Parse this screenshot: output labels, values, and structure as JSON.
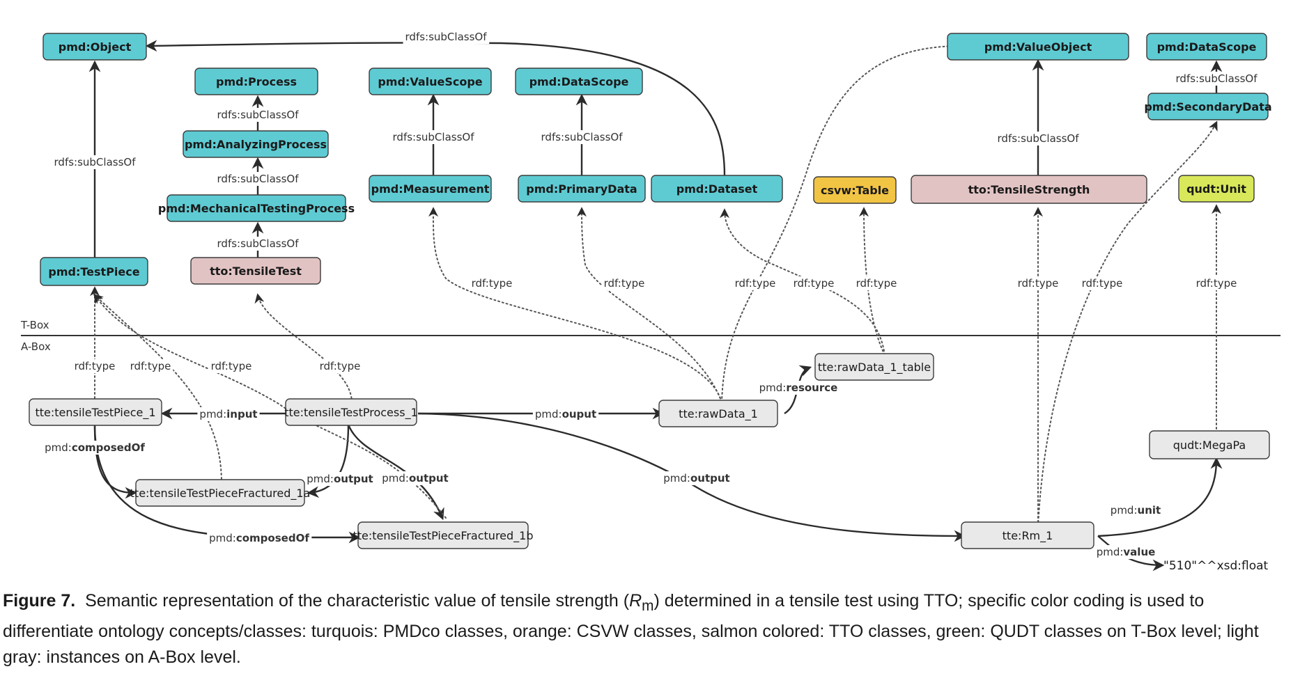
{
  "diagram": {
    "sections": {
      "tbox": "T-Box",
      "abox": "A-Box"
    },
    "colors": {
      "pmdco": "#5ecbd3",
      "csvw": "#f2c444",
      "tto": "#e2c3c3",
      "qudt": "#d8e85a",
      "instance": "#e9e9e9"
    },
    "nodes": {
      "pmd_object": "pmd:Object",
      "pmd_process": "pmd:Process",
      "pmd_analyzing_process": "pmd:AnalyzingProcess",
      "pmd_mechanical_testing_process": "pmd:MechanicalTestingProcess",
      "tto_tensile_test": "tto:TensileTest",
      "pmd_value_scope": "pmd:ValueScope",
      "pmd_measurement": "pmd:Measurement",
      "pmd_data_scope_1": "pmd:DataScope",
      "pmd_primary_data": "pmd:PrimaryData",
      "pmd_dataset": "pmd:Dataset",
      "csvw_table": "csvw:Table",
      "pmd_value_object": "pmd:ValueObject",
      "tto_tensile_strength": "tto:TensileStrength",
      "pmd_data_scope_2": "pmd:DataScope",
      "pmd_secondary_data": "pmd:SecondaryData",
      "qudt_unit": "qudt:Unit",
      "pmd_test_piece": "pmd:TestPiece",
      "tte_tensile_test_piece_1": "tte:tensileTestPiece_1",
      "tte_tensile_test_process_1": "tte:tensileTestProcess_1",
      "tte_raw_data_1": "tte:rawData_1",
      "tte_raw_data_1_table": "tte:rawData_1_table",
      "tte_fractured_1a": "tte:tensileTestPieceFractured_1a",
      "tte_fractured_1b": "tte:tensileTestPieceFractured_1b",
      "tte_rm_1": "tte:Rm_1",
      "qudt_megapa": "qudt:MegaPa",
      "literal_510": "\"510\"^^xsd:float"
    },
    "edge_labels": {
      "subclassof": "rdfs:subClassOf",
      "type": "rdf:type",
      "pmd_prefix": "pmd:",
      "input": "input",
      "output": "output",
      "ouput": "ouput",
      "composedOf": "composedOf",
      "resource": "resource",
      "unit": "unit",
      "value": "value"
    }
  },
  "caption": {
    "figure": "Figure 7.",
    "text_a": "Semantic representation of the characteristic value of tensile strength (",
    "sym": "R",
    "sub": "m",
    "text_b": ") determined in a tensile test using TTO; specific color coding is used to differentiate ontology concepts/classes: turquois: PMDco classes, orange: CSVW classes, salmon colored: TTO classes, green: QUDT classes on T-Box level; light gray: instances on A-Box level."
  }
}
